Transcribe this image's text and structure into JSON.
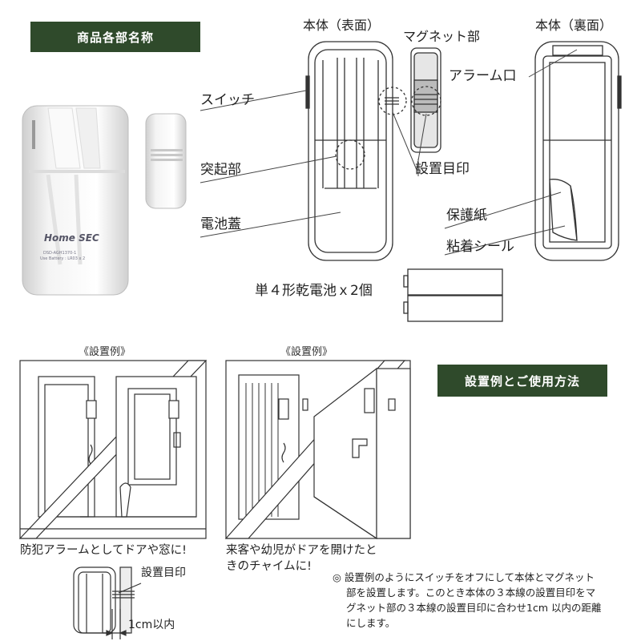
{
  "badges": {
    "parts": "商品各部名称",
    "usage": "設置例とご使用方法"
  },
  "product_photo": {
    "brand": "Home SEC",
    "model_line": "DSD-AGH1370-1",
    "battery_line": "Use Battery : LR03 x 2"
  },
  "headings": {
    "front": "本体（表面）",
    "magnet": "マグネット部",
    "back": "本体（裏面）"
  },
  "labels": {
    "switch": "スイッチ",
    "protrusion": "突起部",
    "battery_cover": "電池蓋",
    "alarm_port": "アラーム口",
    "mark": "設置目印",
    "protective_paper": "保護紙",
    "adhesive_seal": "粘着シール",
    "battery": "単４形乾電池ｘ2個"
  },
  "examples": {
    "caption_left": "《設置例》",
    "caption_right": "《設置例》",
    "text_left": "防犯アラームとしてドアや窓に!",
    "text_right_1": "来客や幼児がドアを開けたと",
    "text_right_2": "きのチャイムに!"
  },
  "detail": {
    "mark": "設置目印",
    "distance": "1cm以内"
  },
  "instructions": {
    "line1": "◎ 設置例のようにスイッチをオフにして本体とマグネット",
    "line2": "部を設置します。このとき本体の３本線の設置目印をマ",
    "line3": "グネット部の３本線の設置目印に合わせ1cm 以内の距離",
    "line4": "にします。"
  },
  "colors": {
    "badge_bg": "#2f4a2b",
    "line": "#333333"
  }
}
